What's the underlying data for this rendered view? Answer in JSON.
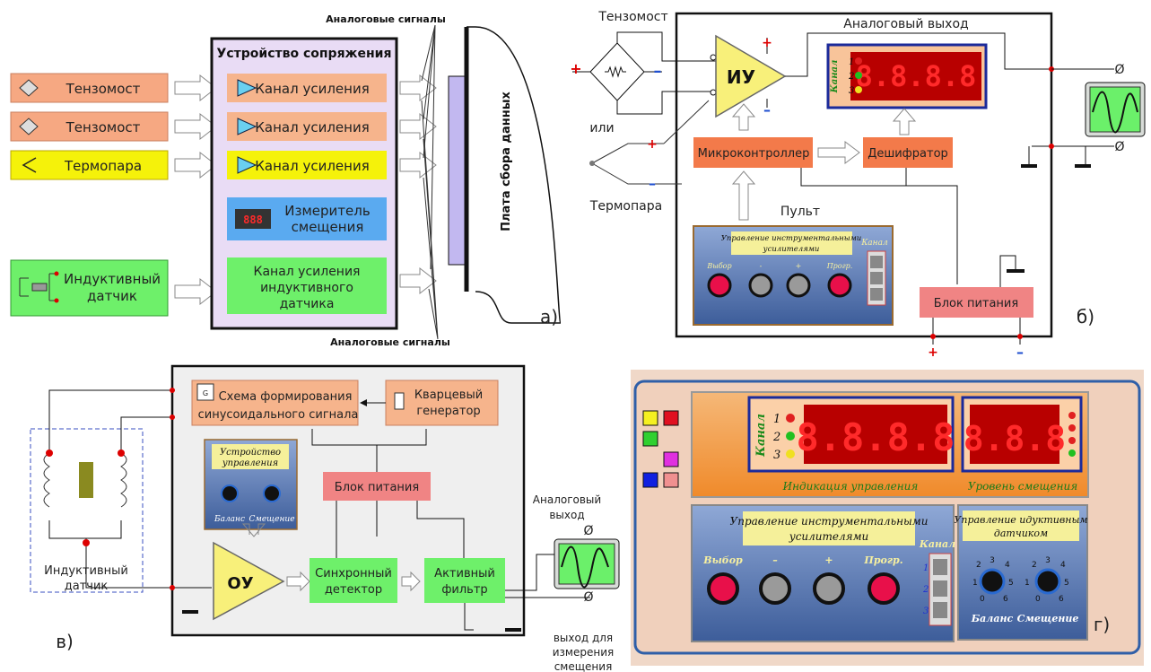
{
  "panel_a": {
    "letter": "а)",
    "title": "Устройство сопряжения",
    "analog_top": "Аналоговые сигналы",
    "analog_bottom": "Аналоговые сигналы",
    "board": "Плата сбора данных",
    "sensors": [
      "Тензомост",
      "Тензомост",
      "Термопара"
    ],
    "channels": [
      "Канал усиления",
      "Канал усиления",
      "Канал усиления"
    ],
    "meter": [
      "Измеритель",
      "смещения"
    ],
    "inductive_sensor": [
      "Индуктивный",
      "датчик"
    ],
    "inductive_channel": [
      "Канал усиления",
      "индуктивного",
      "датчика"
    ]
  },
  "panel_b": {
    "letter": "б)",
    "strain": "Тензомост",
    "thermo": "Термопара",
    "or": "или",
    "iu": "ИУ",
    "analog_out": "Аналоговый выход",
    "mcu": "Микроконтроллер",
    "decoder": "Дешифратор",
    "remote": "Пульт",
    "power": "Блок питания",
    "console_title": [
      "Управление инструментальными",
      "усилителями"
    ],
    "btn_labels": [
      "Выбор",
      "-",
      "+",
      "Прогр."
    ],
    "channel": "Канал",
    "digits": "8.8.8.8",
    "side_digits": [
      "1",
      "2",
      "3"
    ],
    "side_word": "Канал"
  },
  "panel_v": {
    "letter": "в)",
    "sine_block": [
      "Схема формирования",
      "синусоидального сигнала"
    ],
    "quartz": [
      "Кварцевый",
      "генератор"
    ],
    "control": [
      "Устройство",
      "управления"
    ],
    "knob_labels": [
      "Баланс",
      "Смещение"
    ],
    "power": "Блок питания",
    "ou": "ОУ",
    "sync": [
      "Синхронный",
      "детектор"
    ],
    "filter": [
      "Активный",
      "фильтр"
    ],
    "analog_out": [
      "Аналоговый",
      "выход"
    ],
    "bias_out": [
      "выход для",
      "измерения",
      "смещения"
    ],
    "sensor": [
      "Индуктивный",
      "датчик"
    ]
  },
  "panel_g": {
    "letter": "г)",
    "indication": "Индикация управления",
    "bias_level": "Уровень смещения",
    "amp_title": [
      "Управление инструментальными",
      "усилителями"
    ],
    "ind_title": [
      "Управление идуктивным",
      "датчиком"
    ],
    "btn_labels": [
      "Выбор",
      "–",
      "+",
      "Прогр."
    ],
    "channel": "Канал",
    "knob_labels": [
      "Баланс",
      "Смещение"
    ],
    "digits4": "8.8.8.8",
    "digits3": "8.8.8",
    "channel_nums": [
      "1",
      "2",
      "3"
    ],
    "colors": {
      "frame": "#2f5fa8",
      "panel": "#f0d0bc",
      "screen": "#d81010"
    }
  }
}
